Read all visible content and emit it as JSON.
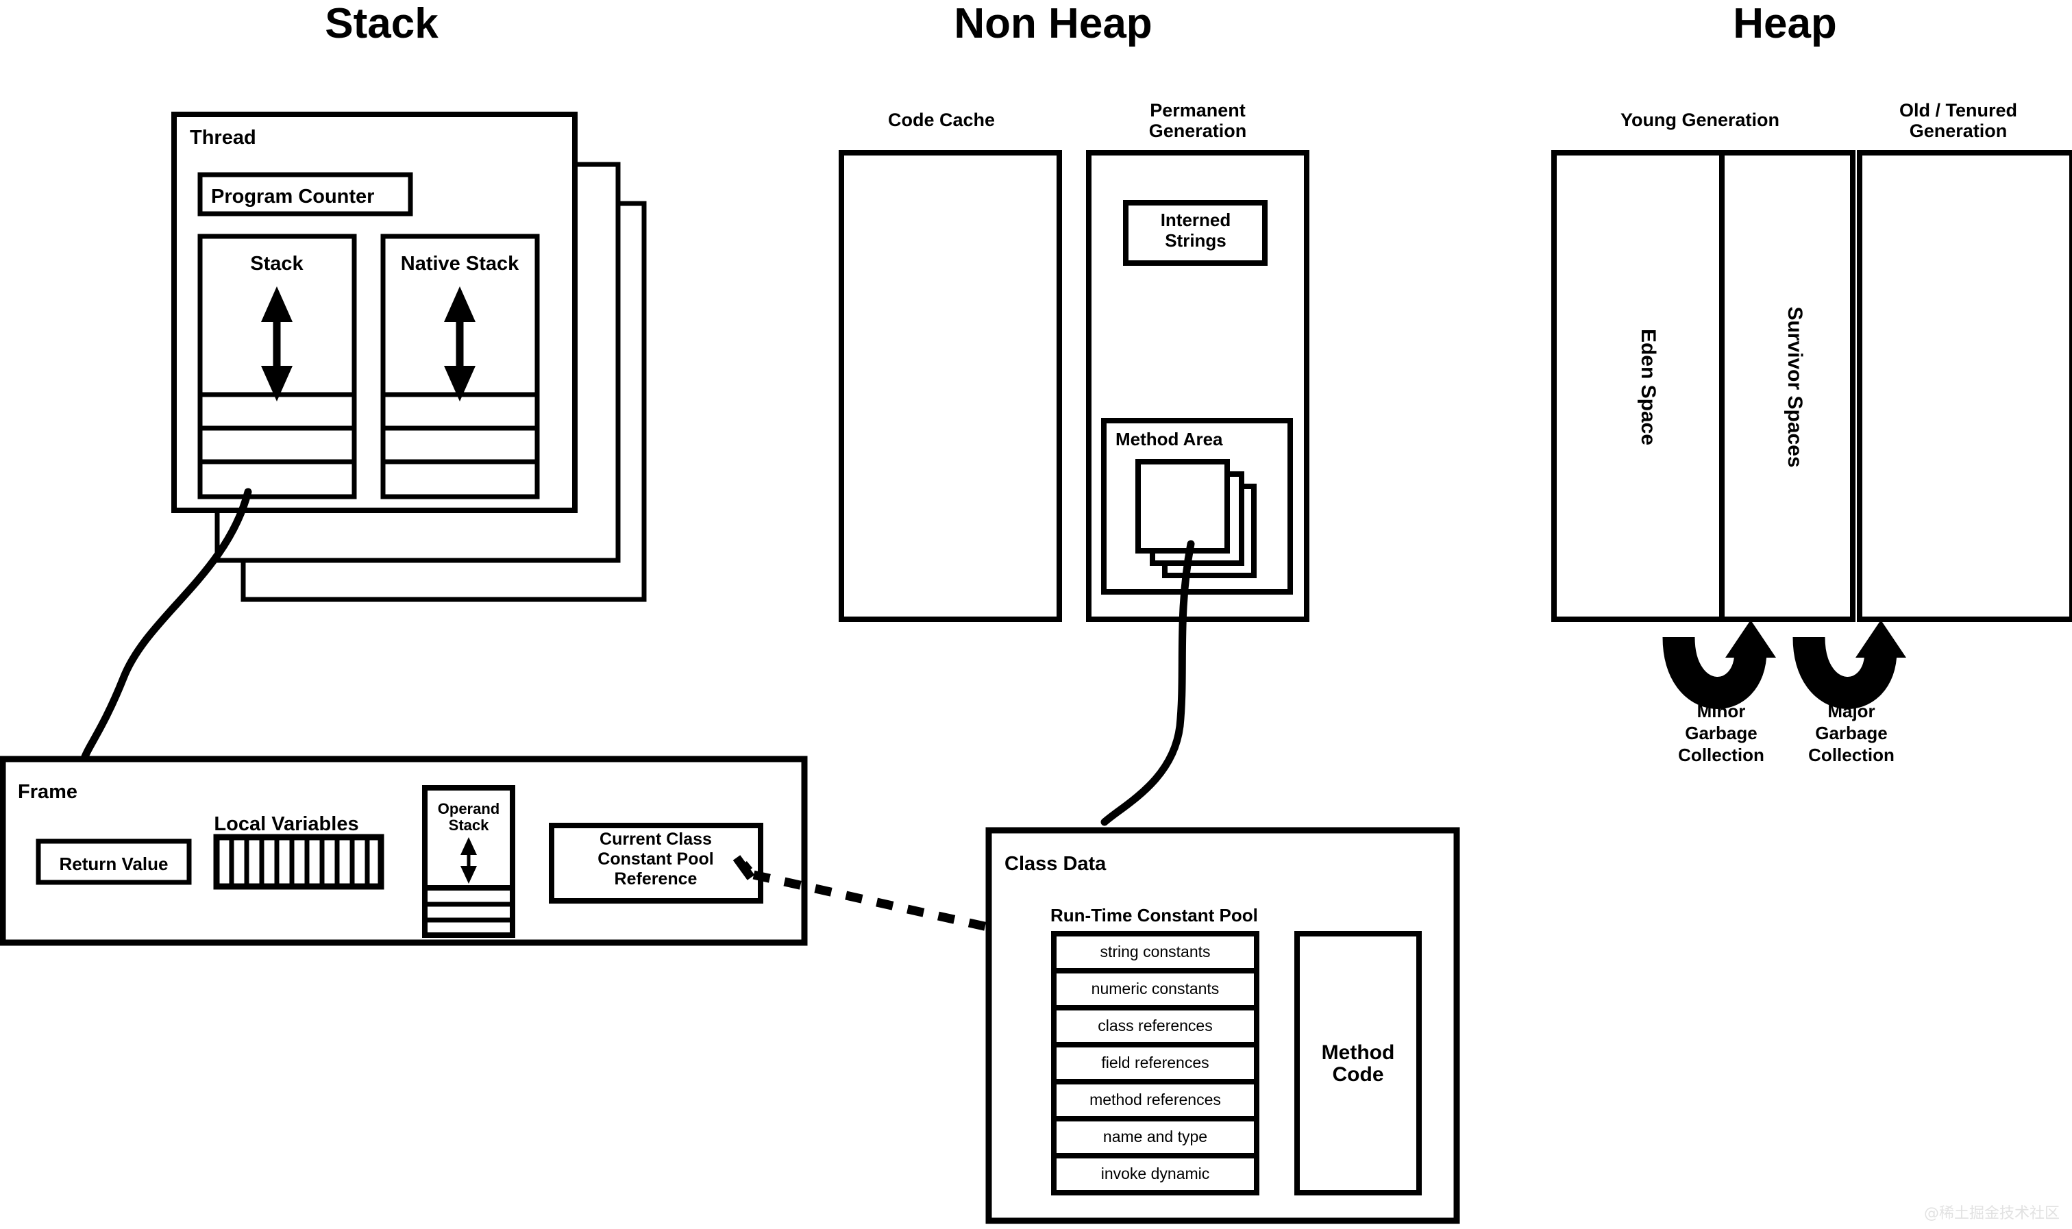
{
  "sections": [
    {
      "id": "stack",
      "title": "Stack"
    },
    {
      "id": "non-heap",
      "title": "Non Heap"
    },
    {
      "id": "heap",
      "title": "Heap"
    }
  ],
  "stack": {
    "thread": {
      "label": "Thread",
      "program_counter": "Program Counter",
      "stacks": [
        {
          "label": "Stack",
          "slots": 3
        },
        {
          "label": "Native Stack",
          "slots": 3
        }
      ],
      "card_copies": 3
    },
    "frame": {
      "label": "Frame",
      "return_value": "Return Value",
      "local_variables": "Local Variables",
      "local_variable_slots": 11,
      "operand_stack": "Operand\nStack",
      "operand_stack_line1": "Operand",
      "operand_stack_line2": "Stack",
      "operand_stack_slots": 3,
      "current_class_ref_line1": "Current Class",
      "current_class_ref_line2": "Constant Pool",
      "current_class_ref_line3": "Reference"
    }
  },
  "non_heap": {
    "code_cache": {
      "label": "Code Cache"
    },
    "permanent_generation": {
      "label_line1": "Permanent",
      "label_line2": "Generation",
      "interned_strings_line1": "Interned",
      "interned_strings_line2": "Strings",
      "method_area": {
        "label": "Method Area",
        "card_copies": 3
      }
    }
  },
  "heap": {
    "young_generation": {
      "label": "Young Generation",
      "eden_space": "Eden Space",
      "survivor_spaces": "Survivor Spaces"
    },
    "old_generation": {
      "label_line1": "Old / Tenured",
      "label_line2": "Generation"
    },
    "gc": [
      {
        "line1": "Minor",
        "line2": "Garbage",
        "line3": "Collection"
      },
      {
        "line1": "Major",
        "line2": "Garbage",
        "line3": "Collection"
      }
    ]
  },
  "class_data": {
    "label": "Class Data",
    "constant_pool_title": "Run-Time Constant Pool",
    "constant_pool_items": [
      "string constants",
      "numeric constants",
      "class references",
      "field references",
      "method references",
      "name and type",
      "invoke dynamic"
    ],
    "method_code_line1": "Method",
    "method_code_line2": "Code"
  },
  "watermark": "@稀土掘金技术社区",
  "colors": {
    "stroke": "#000000",
    "background": "#ffffff",
    "watermark": "#e2e2e2"
  }
}
